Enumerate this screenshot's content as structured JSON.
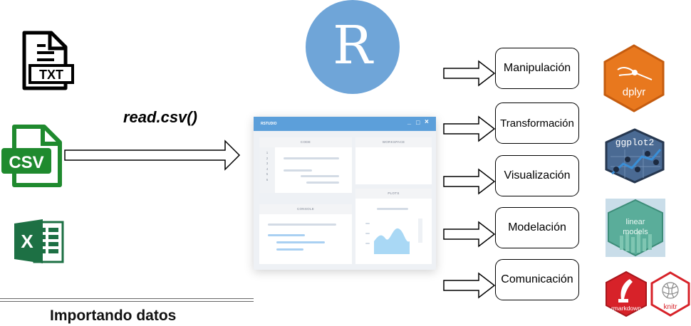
{
  "inputs": {
    "txt_label": "TXT",
    "csv_label": "CSV",
    "excel_label": "X",
    "read_function": "read.csv()",
    "section_title": "Importando datos"
  },
  "r_logo": {
    "letter": "R",
    "color": "#6fa5d8"
  },
  "rstudio": {
    "title": "RSTUDIO",
    "window_controls": [
      "_",
      "□",
      "×"
    ],
    "panels": {
      "code": "CODE",
      "workspace": "WORKSPACE",
      "console": "CONSOLE",
      "plots": "PLOTS"
    },
    "line_numbers": [
      "1",
      "2",
      "3",
      "4",
      "5",
      "6"
    ],
    "accent": "#5c9fda"
  },
  "stages": [
    {
      "label": "Manipulación"
    },
    {
      "label": "Transformación"
    },
    {
      "label": "Visualización"
    },
    {
      "label": "Modelación"
    },
    {
      "label": "Comunicación"
    }
  ],
  "packages": {
    "dplyr": {
      "label": "dplyr",
      "color": "#e8781e"
    },
    "ggplot2": {
      "label": "ggplot2",
      "color": "#4a6a93"
    },
    "linear_models": {
      "label_line1": "linear",
      "label_line2": "models",
      "color": "#5aad9a"
    },
    "rmarkdown": {
      "label": "rmarkdown",
      "color": "#d72229"
    },
    "knitr": {
      "label": "knitr",
      "color": "#d72229"
    }
  }
}
